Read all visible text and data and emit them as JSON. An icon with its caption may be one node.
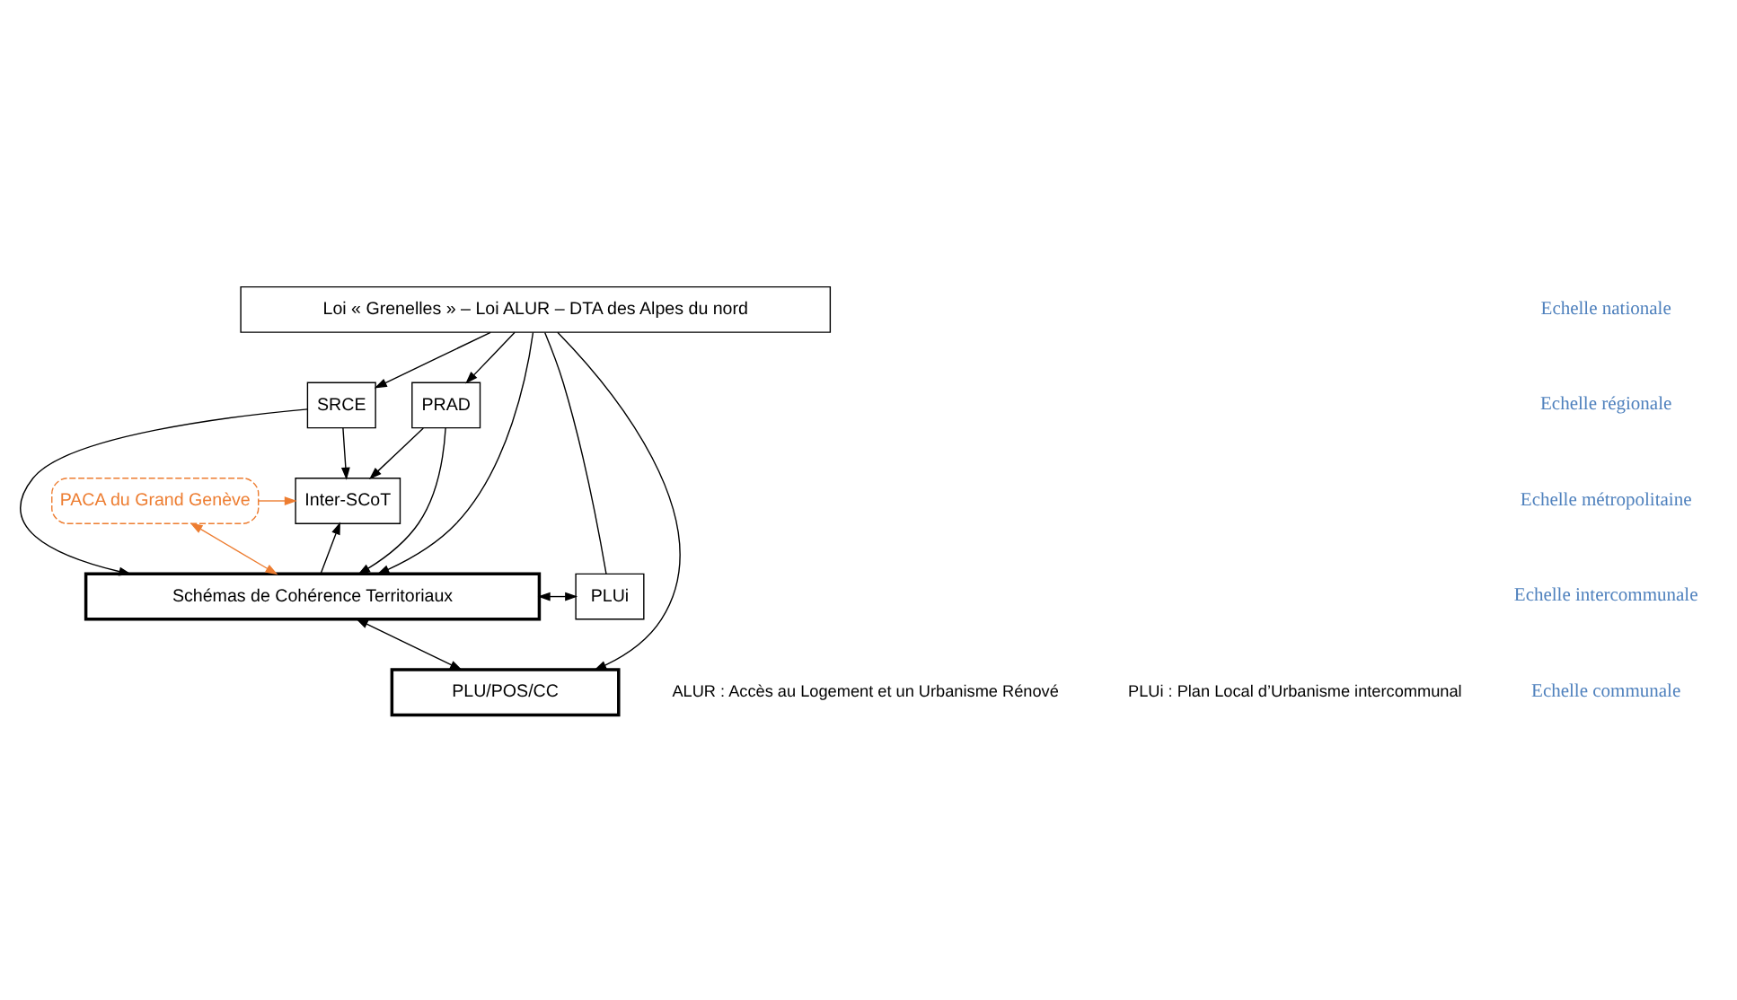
{
  "diagram": {
    "nodes": [
      {
        "text": [
          "Loi « Grenelles » – Loi ALUR – DTA des Alpes du nord"
        ]
      },
      {
        "text": [
          "SRCE"
        ]
      },
      {
        "text": [
          "PRAD"
        ]
      },
      {
        "text": [
          "Inter-SCoT"
        ]
      },
      {
        "text": [
          "PACA du Grand Genève"
        ]
      },
      {
        "text": [
          "PLUi"
        ]
      },
      {
        "text": [
          "Schémas de Cohérence Territoriaux"
        ]
      },
      {
        "text": [
          "PLU/POS/CC"
        ]
      }
    ],
    "edges": [
      {
        "from": 0,
        "to": 1,
        "arrow": "to"
      },
      {
        "from": 0,
        "to": 2,
        "arrow": "to"
      },
      {
        "from": 0,
        "to": 7,
        "arrow": "to"
      },
      {
        "from": 0,
        "to": 6,
        "arrow": "to"
      },
      {
        "from": 0,
        "to": 5,
        "arrow": "none"
      },
      {
        "from": 1,
        "to": 3,
        "arrow": "to"
      },
      {
        "from": 2,
        "to": 3,
        "arrow": "to"
      },
      {
        "from": 1,
        "to": 6,
        "arrow": "to"
      },
      {
        "from": 2,
        "to": 6,
        "arrow": "to"
      },
      {
        "from": 4,
        "to": 3,
        "arrow": "to",
        "color": "#ed7d31"
      },
      {
        "from": 6,
        "to": 3,
        "arrow": "to"
      },
      {
        "from": 4,
        "to": 6,
        "arrow": "both",
        "color": "#ed7d31"
      },
      {
        "from": 5,
        "to": 6,
        "arrow": "both"
      },
      {
        "from": 6,
        "to": 7,
        "arrow": "both"
      }
    ],
    "labels": [
      "Echelle nationale",
      "Echelle régionale",
      "Echelle métropolitaine",
      "Echelle intercommunale",
      "Echelle communale",
      "ALUR : Accès au Logement et un Urbanisme Rénové",
      "PLUi : Plan Local d’Urbanisme intercommunal"
    ]
  }
}
